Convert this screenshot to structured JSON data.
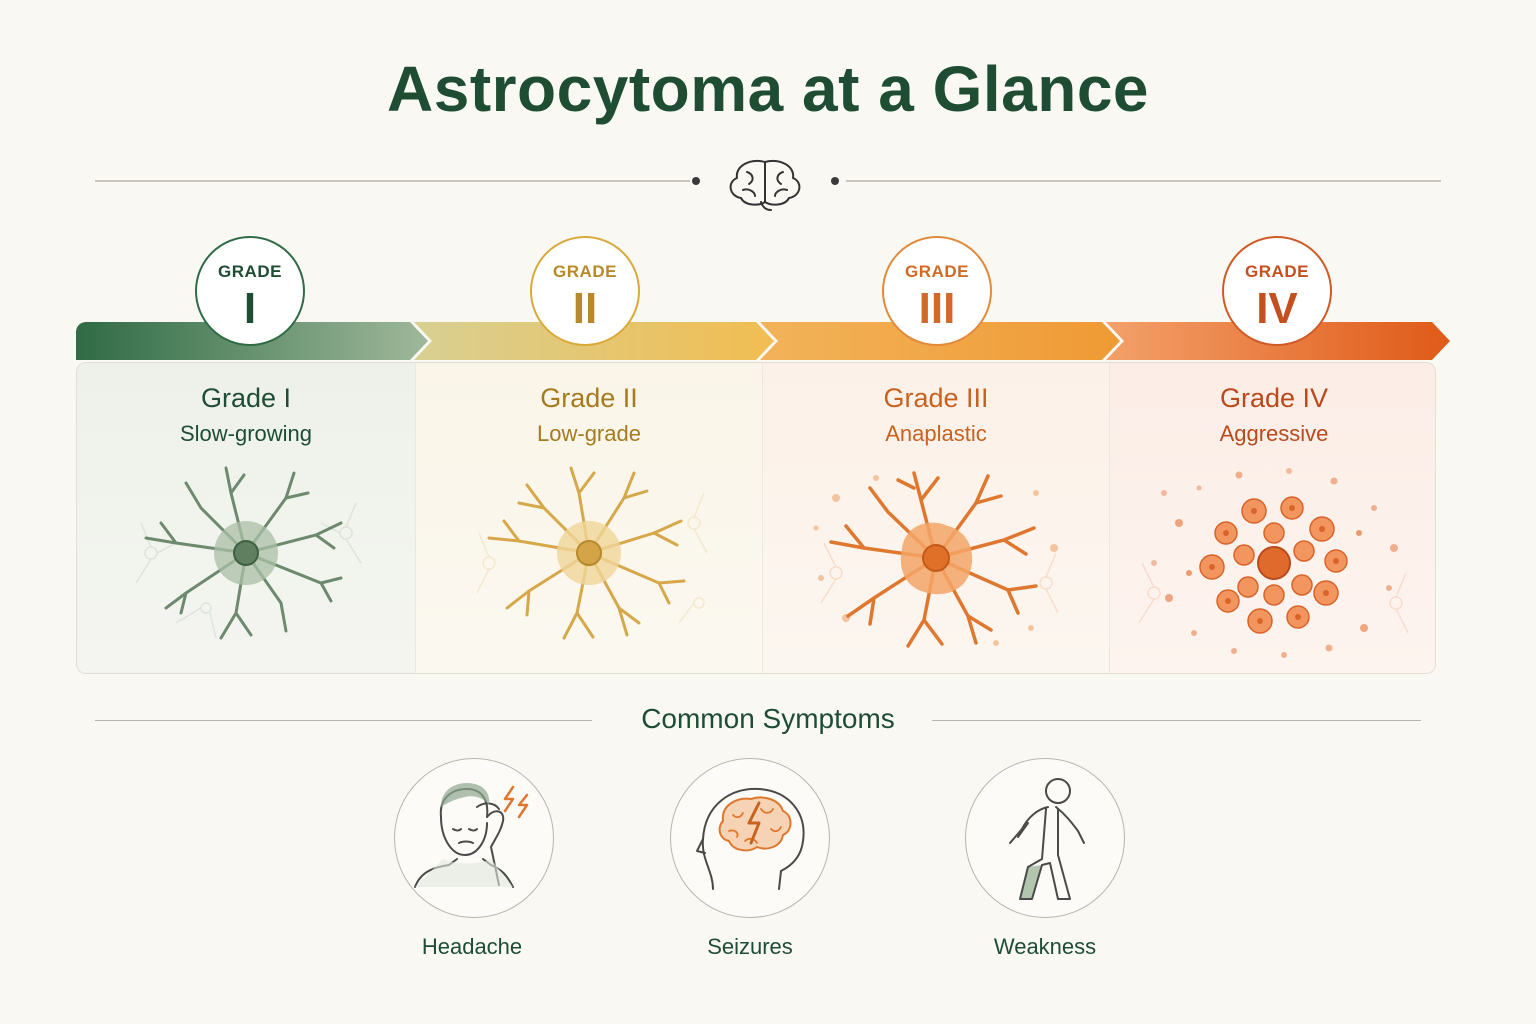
{
  "title": "Astrocytoma at a Glance",
  "header_icon": "brain-icon",
  "grades": [
    {
      "badge_word": "GRADE",
      "badge_numeral": "I",
      "name": "Grade I",
      "description": "Slow-growing",
      "color": "#2f6b45",
      "tint": "#eef1ea"
    },
    {
      "badge_word": "GRADE",
      "badge_numeral": "II",
      "name": "Grade II",
      "description": "Low-grade",
      "color": "#b8892a",
      "tint": "#faf5e8"
    },
    {
      "badge_word": "GRADE",
      "badge_numeral": "III",
      "name": "Grade III",
      "description": "Anaplastic",
      "color": "#d06a25",
      "tint": "#fcf1e8"
    },
    {
      "badge_word": "GRADE",
      "badge_numeral": "IV",
      "name": "Grade IV",
      "description": "Aggressive",
      "color": "#c44f1f",
      "tint": "#fcede6"
    }
  ],
  "symptoms": {
    "heading": "Common Symptoms",
    "items": [
      {
        "label": "Headache",
        "icon": "headache-icon"
      },
      {
        "label": "Seizures",
        "icon": "seizure-brain-icon"
      },
      {
        "label": "Weakness",
        "icon": "weakness-walking-icon"
      }
    ]
  },
  "colors": {
    "primary": "#1e4d34",
    "background": "#faf8f3"
  }
}
